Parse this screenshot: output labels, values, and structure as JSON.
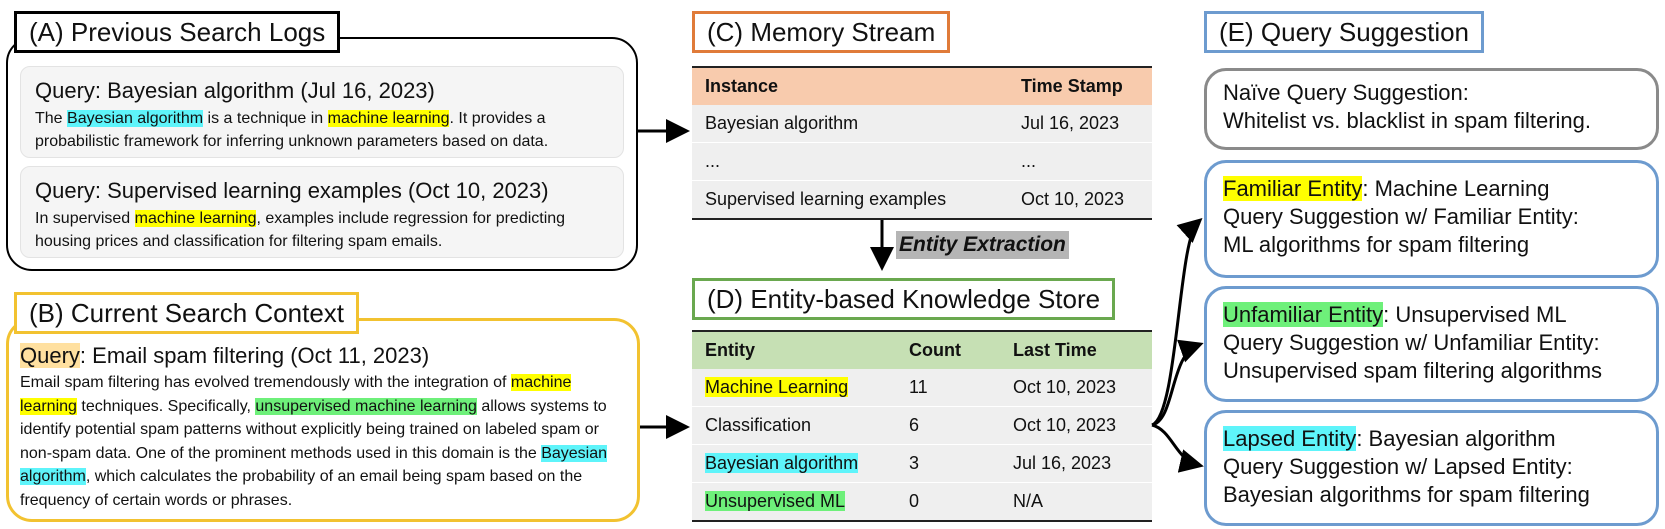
{
  "panels": {
    "A": {
      "title": "(A) Previous Search Logs",
      "logs": [
        {
          "query": "Query: Bayesian algorithm (Jul 16, 2023)",
          "t1": "The ",
          "h1": "Bayesian algorithm",
          "t2": " is a technique in ",
          "h2": "machine learning",
          "t3": ". It provides a probabilistic framework for inferring unknown parameters based on data."
        },
        {
          "query": "Query: Supervised learning examples (Oct 10, 2023)",
          "t1": "In supervised ",
          "h1": "machine learning",
          "t2": ", examples include regression for predicting housing prices and classification for filtering spam emails."
        }
      ]
    },
    "B": {
      "title": "(B) Current Search Context",
      "query_label": "Query",
      "query_text": ": Email spam filtering (Oct 11, 2023)",
      "t1": "Email spam filtering has evolved tremendously with the integration of ",
      "h1": "machine learning",
      "t2": " techniques. Specifically, ",
      "h2": "unsupervised machine learning",
      "t3": " allows systems to identify potential spam patterns without explicitly being trained on labeled spam or non-spam data. One of the prominent methods used in this domain is the ",
      "h3": "Bayesian algorithm",
      "t4": ", which calculates the probability of an email being spam based on the frequency of certain words or phrases."
    },
    "C": {
      "title": "(C) Memory Stream",
      "headers": [
        "Instance",
        "Time Stamp"
      ],
      "rows": [
        [
          "Bayesian algorithm",
          "Jul 16, 2023"
        ],
        [
          "...",
          "..."
        ],
        [
          "Supervised learning examples",
          "Oct 10, 2023"
        ]
      ]
    },
    "extraction_label": "Entity Extraction",
    "D": {
      "title": "(D) Entity-based Knowledge Store",
      "headers": [
        "Entity",
        "Count",
        "Last Time"
      ],
      "rows": [
        [
          "Machine Learning",
          "11",
          "Oct 10, 2023"
        ],
        [
          "Classification",
          "6",
          "Oct 10, 2023"
        ],
        [
          "Bayesian algorithm",
          "3",
          "Jul 16, 2023"
        ],
        [
          "Unsupervised ML",
          "0",
          "N/A"
        ]
      ]
    },
    "E": {
      "title": "(E) Query Suggestion",
      "naive": {
        "line1": "Naïve Query Suggestion:",
        "line2": "Whitelist vs. blacklist in spam filtering."
      },
      "familiar": {
        "label": "Familiar Entity",
        "value": ": Machine Learning",
        "line2": "Query Suggestion w/ Familiar Entity:",
        "line3": "ML algorithms for spam filtering"
      },
      "unfamiliar": {
        "label": "Unfamiliar Entity",
        "value": ": Unsupervised ML",
        "line2": "Query Suggestion w/ Unfamiliar Entity:",
        "line3": "Unsupervised spam filtering algorithms"
      },
      "lapsed": {
        "label": "Lapsed Entity",
        "value": ": Bayesian algorithm",
        "line2": "Query Suggestion w/ Lapsed Entity:",
        "line3": "Bayesian algorithms for spam filtering"
      }
    }
  },
  "colors": {
    "panel_A_border": "#000000",
    "panel_B_border": "#f2c230",
    "panel_C_border": "#e07b39",
    "panel_D_border": "#6aa84f",
    "panel_E_border": "#6d9bcf",
    "table_C_header": "#f8cbad",
    "table_D_header": "#c6e0b4",
    "highlight_yellow": "#ffff00",
    "highlight_cyan": "#5ef4fa",
    "highlight_green": "#6ef07a"
  }
}
